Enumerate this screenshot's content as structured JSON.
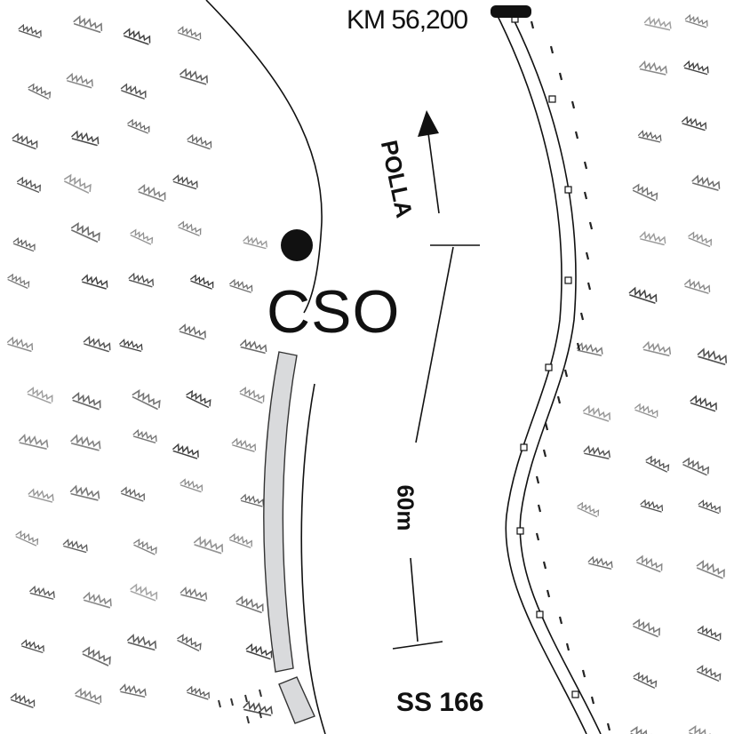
{
  "labels": {
    "km_marker": "KM 56,200",
    "site": "CSO",
    "road": "SS 166",
    "direction": "POLLA",
    "distance": "60m"
  },
  "colors": {
    "ink": "#111111",
    "vegetation": "#777777",
    "structure_fill": "#d9dadc",
    "structure_stroke": "#333333"
  },
  "icons": [
    "vegetation-symbol",
    "site-marker-dot",
    "north-arrow-head",
    "scale-bar"
  ]
}
